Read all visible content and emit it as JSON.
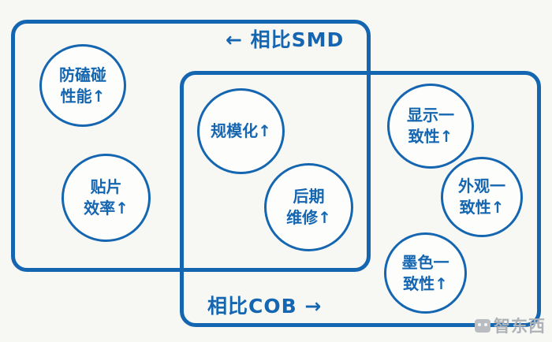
{
  "canvas": {
    "background": "#f7f7f4",
    "accent_blue": "#1566b1"
  },
  "groups": {
    "smd": {
      "label": "← 相比SMD"
    },
    "cob": {
      "label": "相比COB →"
    }
  },
  "bubbles": [
    {
      "id": "anti-collision-performance",
      "lines": [
        "防磕碰",
        "性能↑"
      ]
    },
    {
      "id": "smt-efficiency",
      "lines": [
        "贴片",
        "效率↑"
      ]
    },
    {
      "id": "scalability",
      "lines": [
        "规模化↑"
      ]
    },
    {
      "id": "later-maintenance",
      "lines": [
        "后期",
        "维修↑"
      ]
    },
    {
      "id": "display-consistency",
      "lines": [
        "显示一",
        "致性↑"
      ]
    },
    {
      "id": "appearance-consistency",
      "lines": [
        "外观一",
        "致性↑"
      ]
    },
    {
      "id": "ink-color-consistency",
      "lines": [
        "墨色一",
        "致性↑"
      ]
    }
  ],
  "watermark": {
    "text": "智东西"
  }
}
